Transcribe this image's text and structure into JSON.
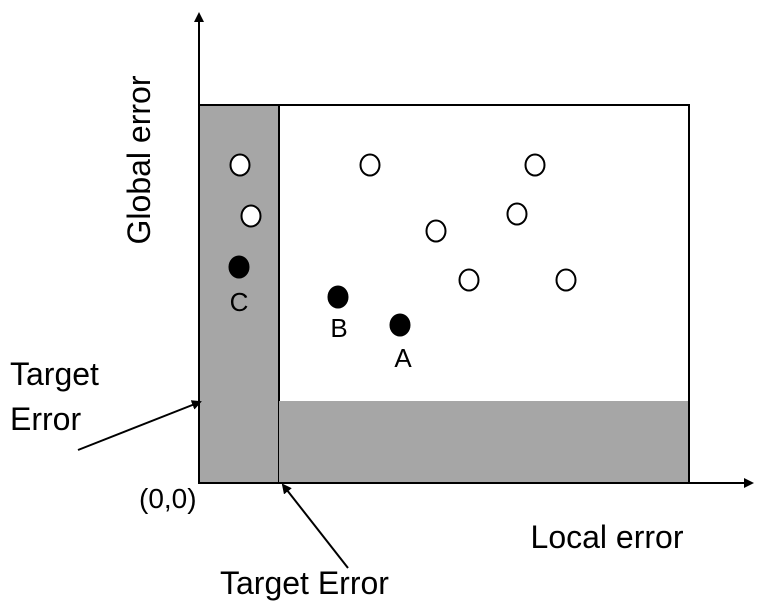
{
  "diagram": {
    "x_axis_label": "Local error",
    "y_axis_label": "Global error",
    "origin_label": "(0,0)",
    "target_error_left": [
      "Target",
      "Error"
    ],
    "target_error_bottom": "Target Error",
    "colors": {
      "shaded_region": "#a6a6a6",
      "filled_point": "#000000",
      "open_point_fill": "#ffffff",
      "stroke": "#000000"
    },
    "points": [
      {
        "label": "A",
        "filled": true
      },
      {
        "label": "B",
        "filled": true
      },
      {
        "label": "C",
        "filled": true
      },
      {
        "label": "",
        "filled": false
      },
      {
        "label": "",
        "filled": false
      },
      {
        "label": "",
        "filled": false
      },
      {
        "label": "",
        "filled": false
      },
      {
        "label": "",
        "filled": false
      },
      {
        "label": "",
        "filled": false
      },
      {
        "label": "",
        "filled": false
      },
      {
        "label": "",
        "filled": false
      }
    ]
  }
}
